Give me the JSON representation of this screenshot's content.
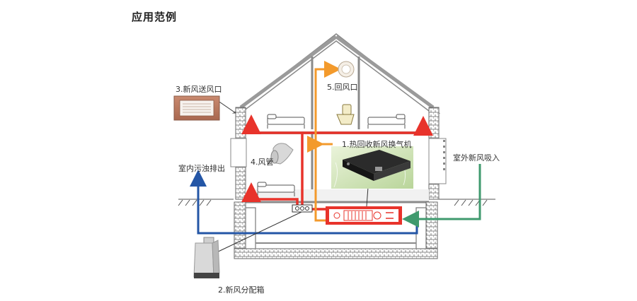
{
  "title": "应用范例",
  "labels": {
    "supply_vent": "3.新风送风口",
    "duct": "4.风管",
    "return_vent": "5.回风口",
    "hrv_unit": "1.热回收新风换气机",
    "exhaust": "室内污浊排出",
    "intake": "室外新风吸入",
    "distribution_box": "2.新风分配箱"
  },
  "colors": {
    "supply": "#e8332b",
    "return": "#f39a2c",
    "exhaust": "#2456a6",
    "intake": "#3f9a6e",
    "structure": "#8a8a8a"
  },
  "icons": [
    "supply-vent-icon",
    "return-vent-icon",
    "hrv-unit-icon",
    "distribution-box-icon",
    "duct-icon",
    "bed-icon",
    "toilet-icon",
    "ground-icon"
  ]
}
